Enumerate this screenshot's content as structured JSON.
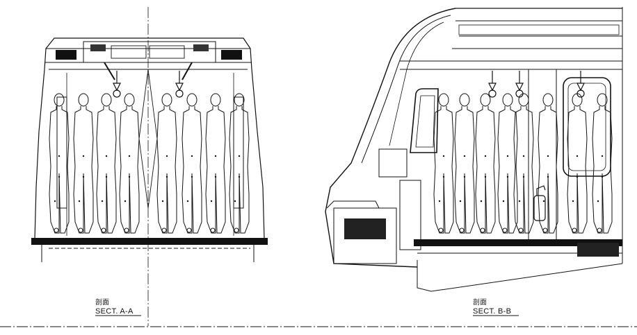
{
  "sections": [
    {
      "id": "a",
      "caption_jp": "剖面",
      "caption": "SECT. A-A"
    },
    {
      "id": "b",
      "caption_jp": "剖面",
      "caption": "SECT. B-B"
    }
  ],
  "figures": {
    "section_a_count": 8,
    "section_b_count": 8
  },
  "colors": {
    "ink": "#111111",
    "paper": "#ffffff"
  }
}
